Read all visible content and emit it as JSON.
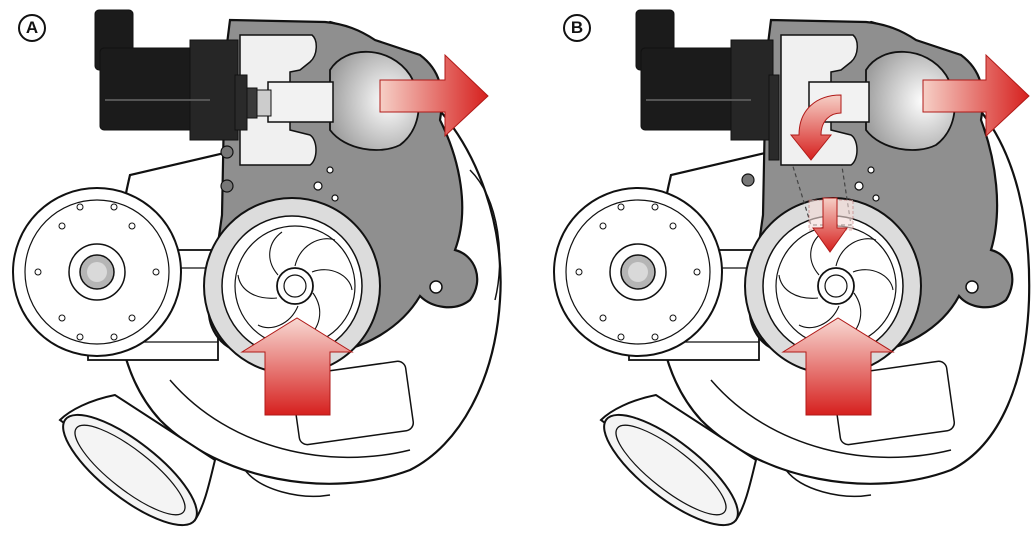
{
  "panels": [
    {
      "id": "A",
      "label": "A"
    },
    {
      "id": "B",
      "label": "B"
    }
  ],
  "colors": {
    "outline": "#111111",
    "housing_gray": "#8f8f8f",
    "housing_light": "#e9e9e9",
    "actuator_black": "#1b1b1b",
    "arrow_red": "#d6201e",
    "arrow_pale": "#f6d2cc"
  }
}
